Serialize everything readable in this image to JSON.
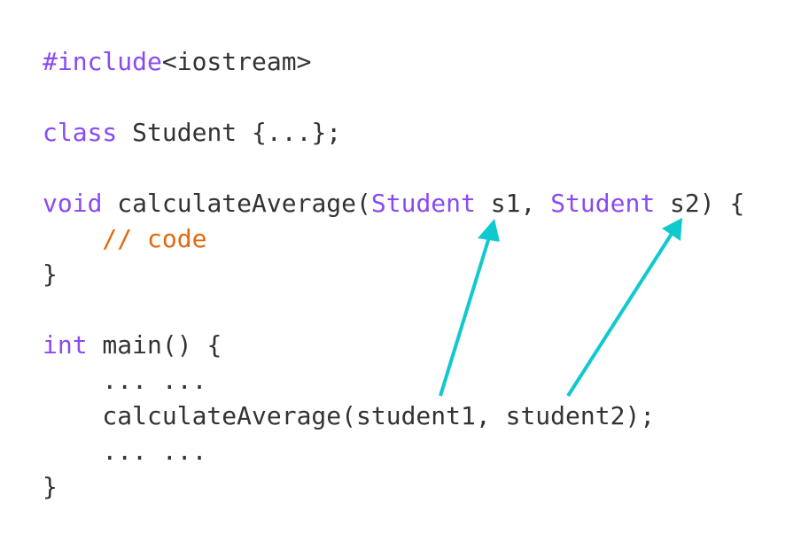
{
  "colors": {
    "keyword": "#8a4af3",
    "text": "#333333",
    "comment": "#e0690e",
    "arrow": "#10c9cf"
  },
  "code": {
    "l1_kw": "#include",
    "l1_rest": "<iostream>",
    "l3_kw": "class",
    "l3_rest": " Student {...};",
    "l5_kw": "void",
    "l5_a": " calculateAverage(",
    "l5_t1": "Student",
    "l5_b": " s1, ",
    "l5_t2": "Student",
    "l5_c": " s2) {",
    "l6": "    // code",
    "l7": "}",
    "l9_kw": "int",
    "l9_rest": " main() {",
    "l10": "    ... ...",
    "l11": "    calculateAverage(student1, student2);",
    "l12": "    ... ...",
    "l13": "}"
  }
}
